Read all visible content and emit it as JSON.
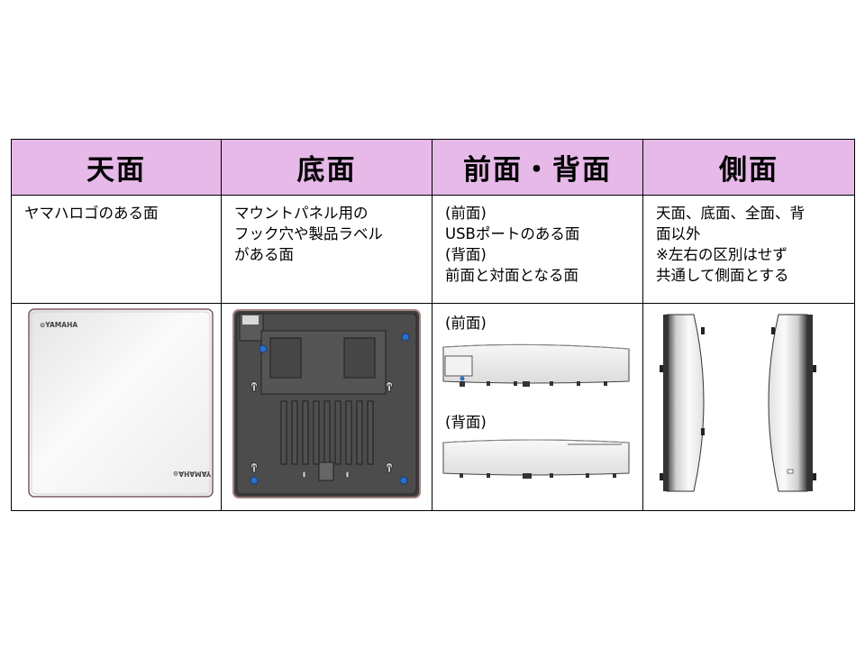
{
  "headers": {
    "top": "天面",
    "bottom": "底面",
    "front_back": "前面・背面",
    "side": "側面"
  },
  "descriptions": {
    "top": [
      "ヤマハロゴのある面"
    ],
    "bottom": [
      "マウントパネル用の",
      "フック穴や製品ラベル",
      "がある面"
    ],
    "front_back": [
      "(前面)",
      "USBポートのある面",
      "(背面)",
      "前面と対面となる面"
    ],
    "side": [
      "天面、底面、全面、背",
      "面以外",
      "※左右の区別はせず",
      "共通して側面とする"
    ]
  },
  "images": {
    "top_logo_a": "⊙YAMAHA",
    "top_logo_b": "YAMAHA⊙",
    "front_label": "(前面)",
    "back_label": "(背面)"
  },
  "colors": {
    "header_bg": "#e6b9e8",
    "border": "#000000",
    "device_body": "#4a4a4a",
    "device_white": "#f4f4f4",
    "usb_blue": "#2a6fc9"
  },
  "icons": [
    "top-surface-image",
    "bottom-surface-image",
    "front-device-image",
    "back-device-image",
    "side-left-image",
    "side-right-image"
  ]
}
